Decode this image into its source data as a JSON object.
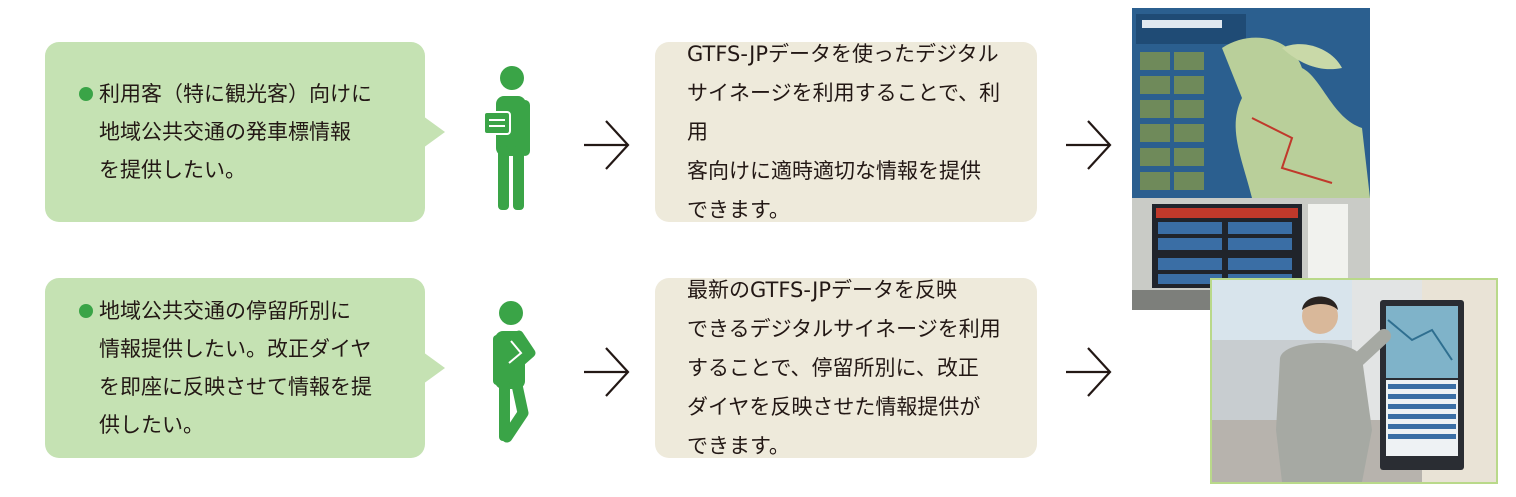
{
  "rows": [
    {
      "need_lines": [
        "利用客（特に観光客）向けに",
        "地域公共交通の発車標情報",
        "を提供したい。"
      ],
      "solution_lines": [
        "GTFS-JPデータを使ったデジタル",
        "サイネージを利用することで、利用",
        "客向けに適時適切な情報を提供",
        "できます。"
      ]
    },
    {
      "need_lines": [
        "地域公共交通の停留所別に",
        "情報提供したい。改正ダイヤ",
        "を即座に反映させて情報を提",
        "供したい。"
      ],
      "solution_lines": [
        "最新のGTFS-JPデータを反映",
        "できるデジタルサイネージを利用",
        "することで、停留所別に、改正",
        "ダイヤを反映させた情報提供が",
        "できます。"
      ]
    }
  ],
  "colors": {
    "need_bg": "#c5e2b3",
    "solution_bg": "#eeeadb",
    "person": "#3aa447",
    "bullet": "#3aa447",
    "arrow": "#231815"
  },
  "icons": {
    "person_holding_document": "person-document-icon",
    "person_thinking": "person-thinking-icon",
    "arrow": "chevron-right-arrow-icon"
  }
}
